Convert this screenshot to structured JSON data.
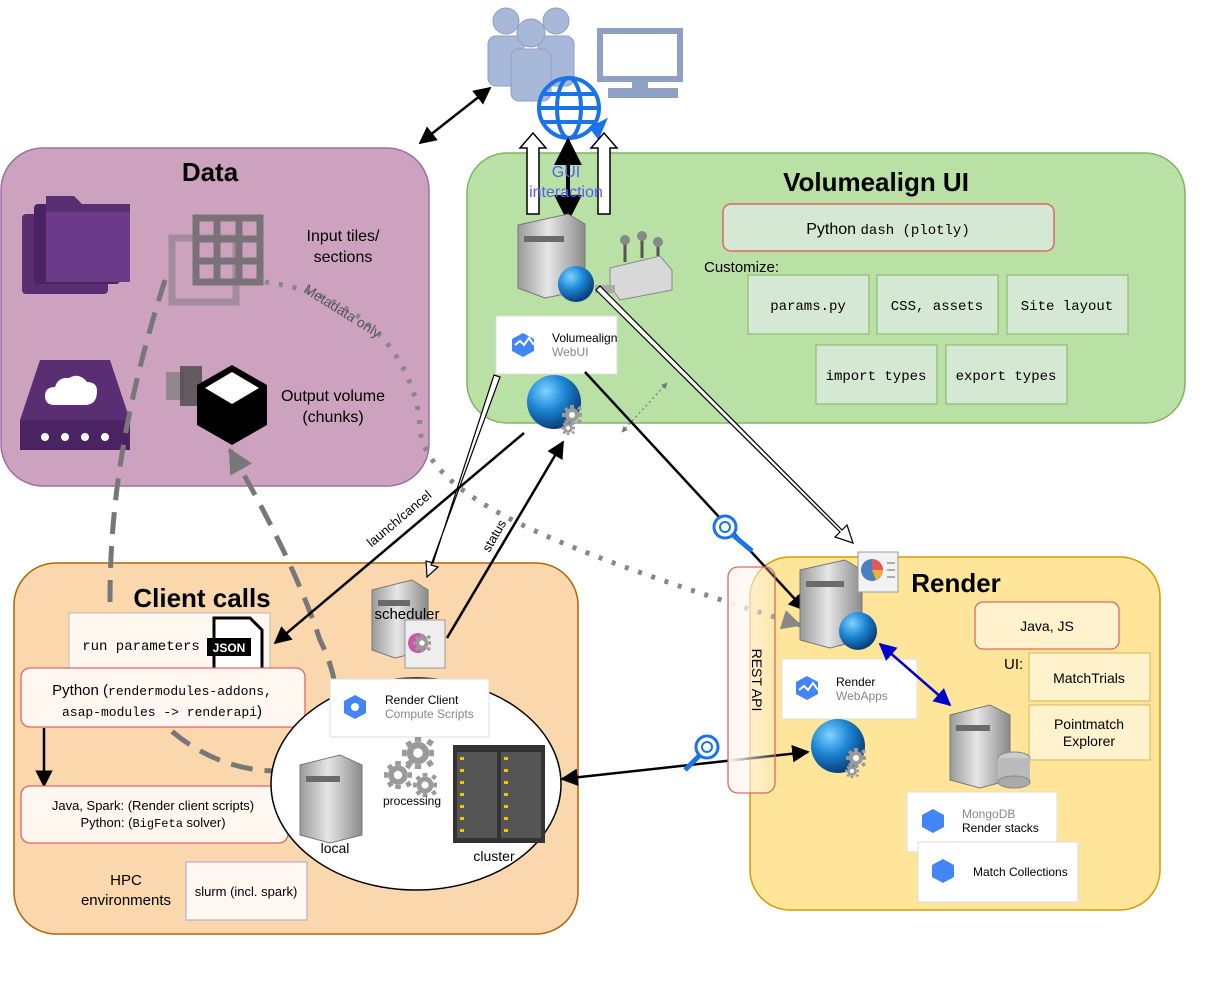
{
  "panels": {
    "data": {
      "title": "Data",
      "fill": "#cda2be",
      "stroke": "#9673a6"
    },
    "ui": {
      "title": "Volumealign UI",
      "fill": "#b9e0a5",
      "stroke": "#82b366"
    },
    "client": {
      "title": "Client calls",
      "fill": "#fad7ac",
      "stroke": "#b46504"
    },
    "render": {
      "title": "Render",
      "fill": "#ffe599",
      "stroke": "#d79b00"
    }
  },
  "data_section": {
    "input_label_1": "Input tiles/",
    "input_label_2": "sections",
    "output_label_1": "Output volume",
    "output_label_2": "(chunks)",
    "metadata_label": "Metadata only",
    "folder_icon": "folders-icon",
    "grid_icon": "tiles-grid-icon",
    "storage_icon": "cloud-storage-icon",
    "chunk_icon": "volume-chunks-icon"
  },
  "gui": {
    "label_1": "GUI",
    "label_2": "interaction"
  },
  "ui_section": {
    "python_label": "Python",
    "python_code": "dash (plotly)",
    "customize": "Customize:",
    "boxes": [
      "params.py",
      "CSS, assets",
      "Site layout",
      "import types",
      "export types"
    ],
    "webui_title": "Volumealign",
    "webui_sub": "WebUI"
  },
  "client_section": {
    "run_params": "run parameters",
    "json_label": "JSON",
    "python_prefix": "Python (",
    "python_code_1": "rendermodules-addons,",
    "python_code_2": "asap-modules -> renderapi",
    "python_suffix": ")",
    "java_line": "Java, Spark: (Render client scripts)",
    "python2_prefix": "Python: (",
    "python2_code": "BigFeta",
    "python2_suffix": " solver)",
    "hpc_1": "HPC",
    "hpc_2": "environments",
    "slurm": "slurm (incl. spark)",
    "scheduler": "scheduler",
    "render_client_title": "Render Client",
    "render_client_sub": "Compute Scripts",
    "processing": "processing",
    "local": "local",
    "cluster": "cluster"
  },
  "arrows": {
    "launch": "launch/cancel",
    "status": "status"
  },
  "render_section": {
    "rest_api": "REST API",
    "java_js": "Java, JS",
    "ui_label": "UI:",
    "match_trials": "MatchTrials",
    "pointmatch_1": "Pointmatch",
    "pointmatch_2": "Explorer",
    "webapps_title": "Render",
    "webapps_sub": "WebApps",
    "mongo_title": "MongoDB",
    "mongo_sub": "Render stacks",
    "match_collections": "Match Collections"
  },
  "colors": {
    "accent_blue": "#1a73e8",
    "gui_text": "#5b5bf5",
    "box_fill": "#d5e8d4",
    "box_stroke": "#82b366",
    "light_box": "#fff2cc",
    "peach_box": "#fff7f0"
  }
}
